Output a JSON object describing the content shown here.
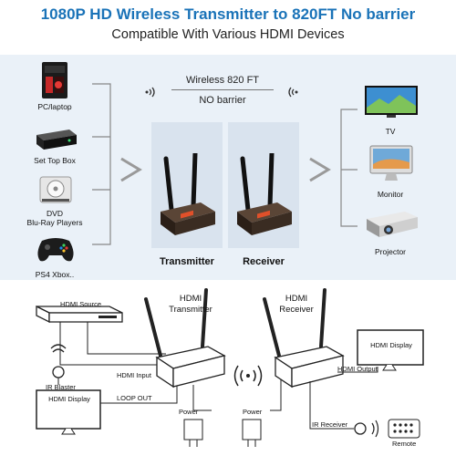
{
  "header": {
    "title": "1080P HD Wireless Transmitter to 820FT No barrier",
    "subtitle": "Compatible With Various HDMI Devices"
  },
  "top": {
    "wireless_text": "Wireless 820 FT",
    "barrier_text": "NO barrier",
    "sources": [
      {
        "label": "PC/laptop",
        "icon": "pc-icon"
      },
      {
        "label": "Set Top Box",
        "icon": "set-top-box-icon"
      },
      {
        "label": "DVD",
        "label2": "Blu-Ray Players",
        "icon": "dvd-player-icon"
      },
      {
        "label": "PS4 Xbox..",
        "icon": "gamepad-icon"
      }
    ],
    "displays": [
      {
        "label": "TV",
        "icon": "tv-icon"
      },
      {
        "label": "Monitor",
        "icon": "monitor-icon"
      },
      {
        "label": "Projector",
        "icon": "projector-icon"
      }
    ],
    "transmitter_label": "Transmitter",
    "receiver_label": "Receiver"
  },
  "diagram": {
    "hdmi_source": "HDMI Source",
    "tx_title1": "HDMI",
    "tx_title2": "Transmitter",
    "rx_title1": "HDMI",
    "rx_title2": "Receiver",
    "ir_blaster": "IR Blaster",
    "hdmi_input": "HDMI Input",
    "hdmi_display_left": "HDMI Display",
    "loop_out": "LOOP OUT",
    "power_tx": "Power",
    "power_rx": "Power",
    "hdmi_display_right": "HDMI Display",
    "hdmi_output": "HDMI Output",
    "ir_receiver": "IR Receiver",
    "remote": "Remote"
  },
  "colors": {
    "title": "#1a73b8",
    "band": "#eaf1f8",
    "device_body": "#3a2c22",
    "device_accent": "#e0502a"
  }
}
